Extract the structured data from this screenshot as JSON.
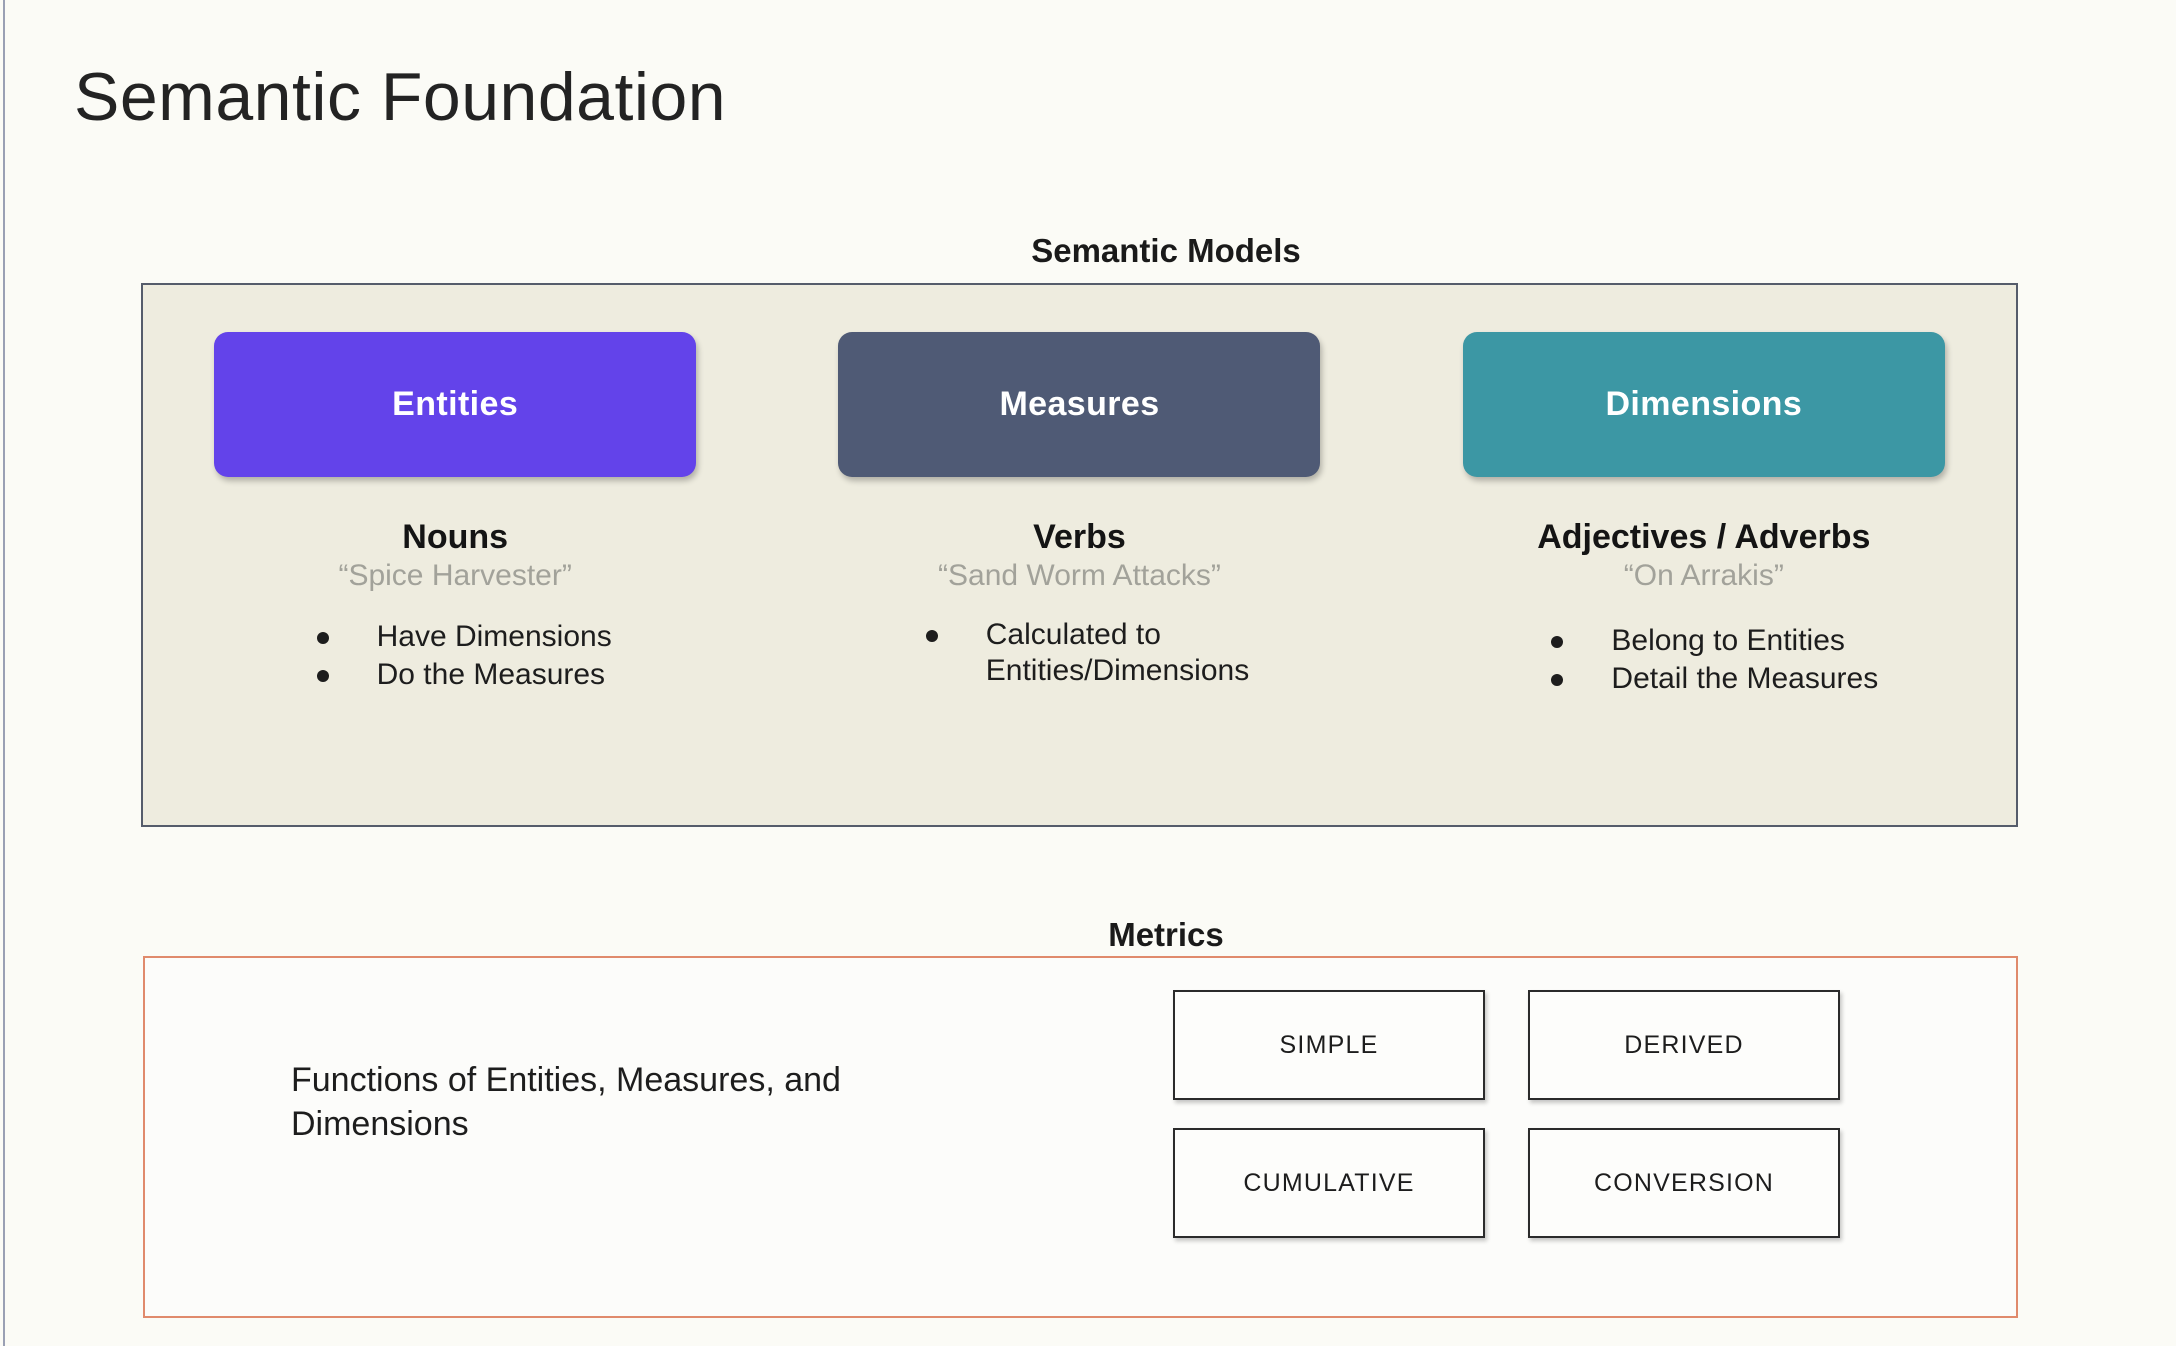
{
  "slide": {
    "title": "Semantic Foundation",
    "background_color": "#fbfbf6"
  },
  "semantic_models": {
    "heading": "Semantic Models",
    "panel_background": "#eeecdf",
    "panel_border_color": "#555c6b",
    "columns": [
      {
        "pill_label": "Entities",
        "pill_color": "#6343ea",
        "part_of_speech": "Nouns",
        "example": "“Spice Harvester”",
        "bullets": [
          "Have Dimensions",
          "Do the Measures"
        ]
      },
      {
        "pill_label": "Measures",
        "pill_color": "#4f5a75",
        "part_of_speech": "Verbs",
        "example": "“Sand Worm Attacks”",
        "bullets": [
          "Calculated to\nEntities/Dimensions"
        ]
      },
      {
        "pill_label": "Dimensions",
        "pill_color": "#3c97a4",
        "part_of_speech": "Adjectives / Adverbs",
        "example": "“On Arrakis”",
        "bullets": [
          "Belong to Entities",
          "Detail the Measures"
        ]
      }
    ]
  },
  "metrics": {
    "heading": "Metrics",
    "panel_border_color": "#e08a6c",
    "description": "Functions of Entities, Measures, and Dimensions",
    "types": [
      "SIMPLE",
      "DERIVED",
      "CUMULATIVE",
      "CONVERSION"
    ]
  }
}
